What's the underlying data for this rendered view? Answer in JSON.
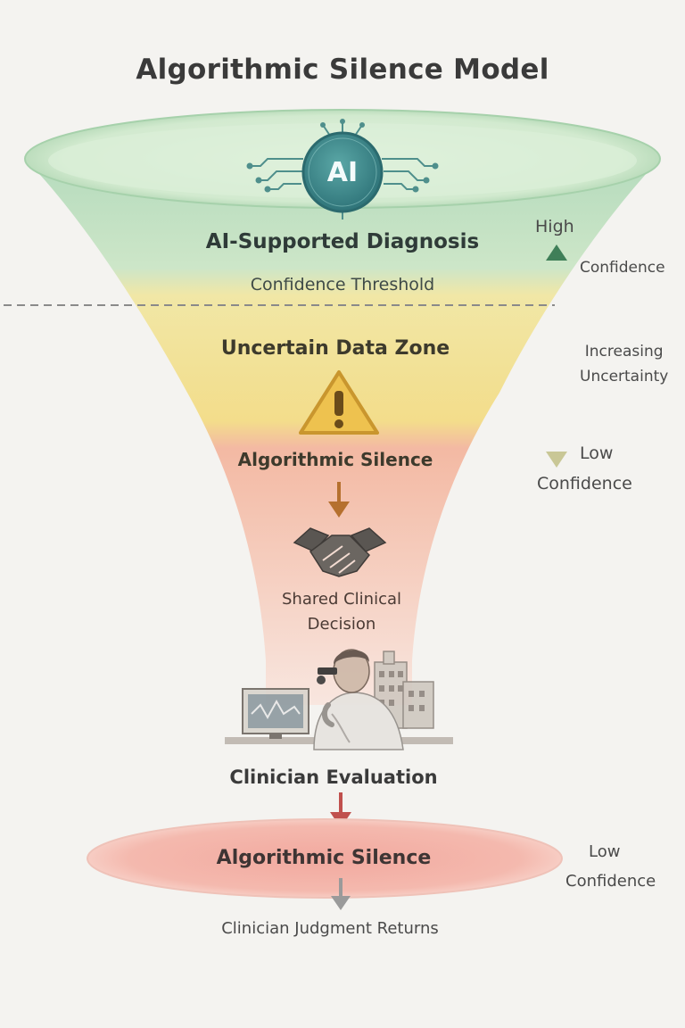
{
  "title": "Algorithmic Silence Model",
  "funnel": {
    "ai_badge": "AI",
    "top_stage": {
      "heading": "AI-Supported Diagnosis",
      "subheading": "Confidence Threshold"
    },
    "middle_stage": {
      "heading": "Uncertain Data Zone",
      "warning_label": "Algorithmic Silence"
    },
    "lower_stage": {
      "decision_label_line1": "Shared Clinical",
      "decision_label_line2": "Decision"
    },
    "clinician_label": "Clinician Evaluation"
  },
  "base": {
    "label": "Algorithmic Silence",
    "outcome": "Clinician Judgment Returns"
  },
  "side_scale": {
    "high": "High",
    "high_confidence": "Confidence",
    "middle_line1": "Increasing",
    "middle_line2": "Uncertainty",
    "low": "Low",
    "low_confidence": "Confidence"
  },
  "base_side": {
    "low": "Low",
    "confidence": "Confidence"
  },
  "colors": {
    "green_zone": "#bfe0c4",
    "yellow_zone": "#f2e39a",
    "red_zone": "#f1b7a7",
    "ai_badge": "#3f8e8f",
    "warning": "#eec24f",
    "arrow_brown": "#b5702e",
    "arrow_red": "#c0504d"
  }
}
